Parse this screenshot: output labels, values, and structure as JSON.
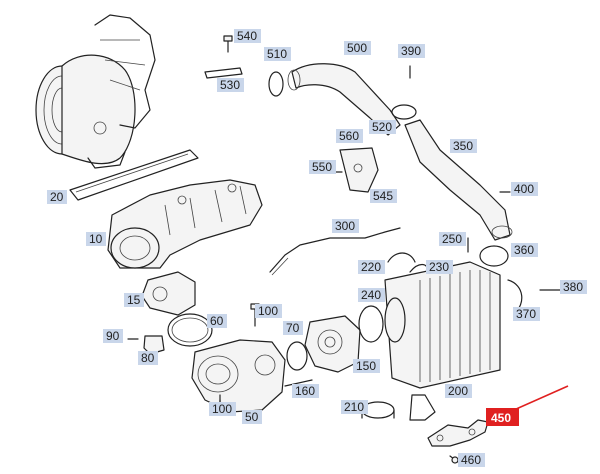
{
  "colors": {
    "callout_fill": "#c9d6ea",
    "highlight_fill": "#e02020",
    "highlight_text": "#ffffff",
    "line": "#222222"
  },
  "highlighted_part": "450",
  "callouts": [
    {
      "id": "540",
      "label": "540"
    },
    {
      "id": "510",
      "label": "510"
    },
    {
      "id": "500",
      "label": "500"
    },
    {
      "id": "390",
      "label": "390"
    },
    {
      "id": "530",
      "label": "530"
    },
    {
      "id": "520",
      "label": "520"
    },
    {
      "id": "560",
      "label": "560"
    },
    {
      "id": "350",
      "label": "350"
    },
    {
      "id": "550",
      "label": "550"
    },
    {
      "id": "400",
      "label": "400"
    },
    {
      "id": "20",
      "label": "20"
    },
    {
      "id": "545",
      "label": "545"
    },
    {
      "id": "300",
      "label": "300"
    },
    {
      "id": "10",
      "label": "10"
    },
    {
      "id": "250",
      "label": "250"
    },
    {
      "id": "360",
      "label": "360"
    },
    {
      "id": "220",
      "label": "220"
    },
    {
      "id": "230",
      "label": "230"
    },
    {
      "id": "380",
      "label": "380"
    },
    {
      "id": "15",
      "label": "15"
    },
    {
      "id": "240",
      "label": "240"
    },
    {
      "id": "370",
      "label": "370"
    },
    {
      "id": "100a",
      "label": "100"
    },
    {
      "id": "60",
      "label": "60"
    },
    {
      "id": "90",
      "label": "90"
    },
    {
      "id": "70",
      "label": "70"
    },
    {
      "id": "80",
      "label": "80"
    },
    {
      "id": "150",
      "label": "150"
    },
    {
      "id": "160",
      "label": "160"
    },
    {
      "id": "200",
      "label": "200"
    },
    {
      "id": "100b",
      "label": "100"
    },
    {
      "id": "210",
      "label": "210"
    },
    {
      "id": "50",
      "label": "50"
    },
    {
      "id": "450",
      "label": "450"
    },
    {
      "id": "460",
      "label": "460"
    }
  ]
}
